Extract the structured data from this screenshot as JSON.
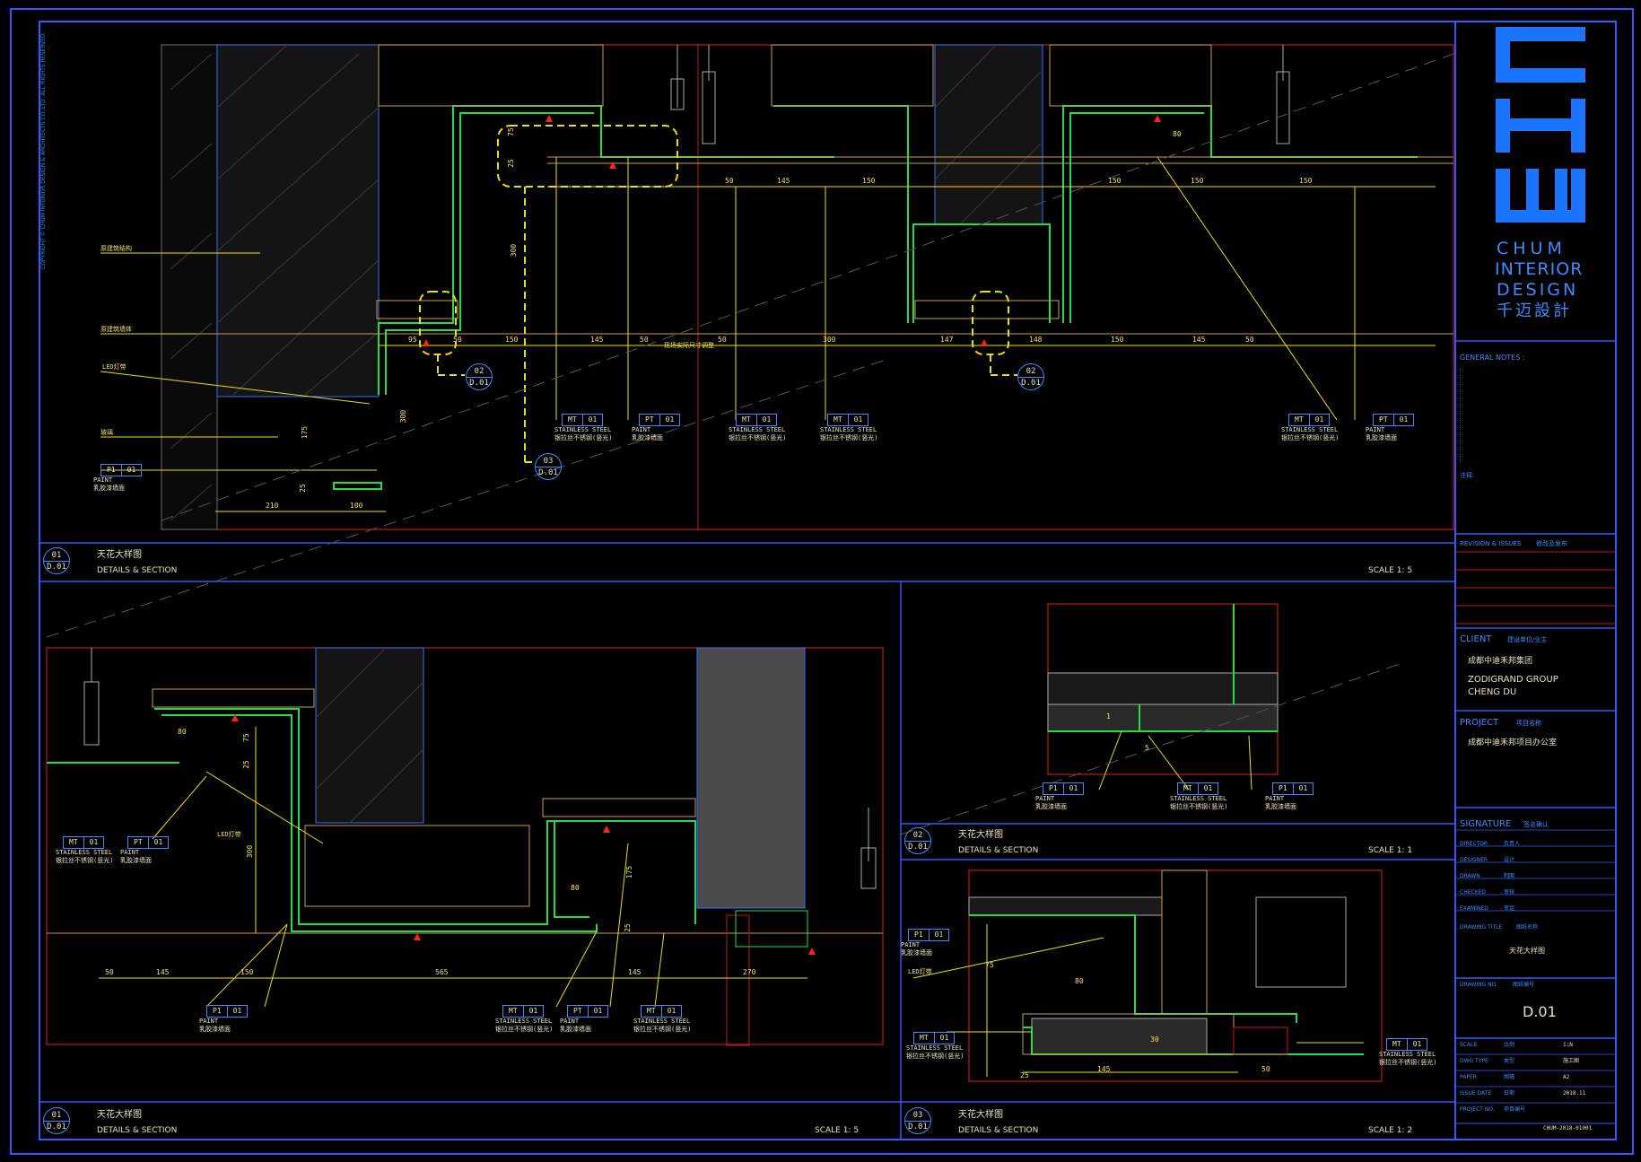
{
  "title_block": {
    "logo_letters": "CHUM",
    "logo_line1": "CHUM",
    "logo_line2": "INTERIOR",
    "logo_line3": "DESIGN",
    "logo_cn": "千迈設計",
    "general_notes_heading": "GENERAL NOTES :",
    "notes_cn_heading": "注释:",
    "revision_heading": "REVISION & ISSUES",
    "revision_cn": "修改及发布",
    "client_heading": "CLIENT",
    "client_cn_label": "建设单位/业主",
    "client_name_cn": "成都中迪禾邦集团",
    "client_name_en1": "ZODIGRAND GROUP",
    "client_name_en2": "CHENG DU",
    "project_heading": "PROJECT",
    "project_cn_label": "项目名称",
    "project_name": "成都中迪禾邦项目办公室",
    "signature_heading": "SIGNATURE",
    "signature_cn": "签名确认",
    "roles": [
      {
        "en": "DIRECTOR",
        "cn": "负责人"
      },
      {
        "en": "DESIGNER",
        "cn": "设计"
      },
      {
        "en": "DRAWN",
        "cn": "制图"
      },
      {
        "en": "CHECKED",
        "cn": "审核"
      },
      {
        "en": "EXAMINED",
        "cn": "审定"
      }
    ],
    "drawing_title_label": "DRAWING TITLE",
    "drawing_title_cn_label": "图纸名称",
    "drawing_title": "天花大样图",
    "drawing_no_label": "DRAWING NO.",
    "drawing_no_cn_label": "图纸编号",
    "drawing_no": "D.01",
    "meta": [
      {
        "en": "SCALE",
        "cn": "比例",
        "value": "1:N"
      },
      {
        "en": "DWG TYPE",
        "cn": "类型",
        "value": "施工图"
      },
      {
        "en": "PAPER",
        "cn": "图幅",
        "value": "A2"
      },
      {
        "en": "ISSUE DATE",
        "cn": "日期",
        "value": "2018.11"
      },
      {
        "en": "PROJECT NO.",
        "cn": "项目编号",
        "value": "CHUM-2018-01001"
      }
    ]
  },
  "side_copyright": "COPYRIGHT © CHUM INTERIOR DESIGN & ARCHITECTS CO.,LTD. ALL RIGHTS RESERVED.",
  "panels": [
    {
      "num": "01",
      "sheet": "D.01",
      "title_cn": "天花大样图",
      "title_en": "DETAILS & SECTION",
      "scale": "SCALE  1:   5"
    },
    {
      "num": "01",
      "sheet": "D.01",
      "title_cn": "天花大样图",
      "title_en": "DETAILS & SECTION",
      "scale": "SCALE  1:   5"
    },
    {
      "num": "02",
      "sheet": "D.01",
      "title_cn": "天花大样图",
      "title_en": "DETAILS & SECTION",
      "scale": "SCALE  1:   1"
    },
    {
      "num": "03",
      "sheet": "D.01",
      "title_cn": "天花大样图",
      "title_en": "DETAILS & SECTION",
      "scale": "SCALE  1:   2"
    }
  ],
  "tags": {
    "mt": "MT",
    "pt": "PT",
    "p1": "P1",
    "n01": "01",
    "stainless": "STAINLESS STEEL",
    "stainless_cn": "银拉丝不锈钢(竖光)",
    "paint": "PAINT",
    "paint_cn": "乳胶漆墙面"
  },
  "callouts": {
    "c02": "02",
    "c03": "03",
    "sheet": "D.01"
  },
  "labels": {
    "lbl_a": "原建筑结构",
    "lbl_b": "原建筑墙体",
    "lbl_led": "LED灯带",
    "lbl_glass": "玻璃",
    "dim_note": "现场实际尺寸调整",
    "led": "LED灯带"
  },
  "dimensions": {
    "top": [
      "95",
      "50",
      "150",
      "145",
      "50",
      "50",
      "300",
      "147",
      "148",
      "150",
      "145",
      "50"
    ],
    "top_upper": [
      "50",
      "145",
      "150",
      "150",
      "150",
      "150"
    ],
    "top_vert": [
      "75",
      "25",
      "300",
      "300",
      "175",
      "25"
    ],
    "top_bottom": [
      "210",
      "100"
    ],
    "bottom_left": [
      "50",
      "145",
      "150",
      "565",
      "145",
      "270"
    ],
    "bottom_left_vert": [
      "75",
      "25",
      "300",
      "175",
      "25"
    ],
    "misc": [
      "80",
      "80",
      "80",
      "1",
      "5",
      "75",
      "80",
      "145",
      "50",
      "30",
      "25"
    ]
  }
}
